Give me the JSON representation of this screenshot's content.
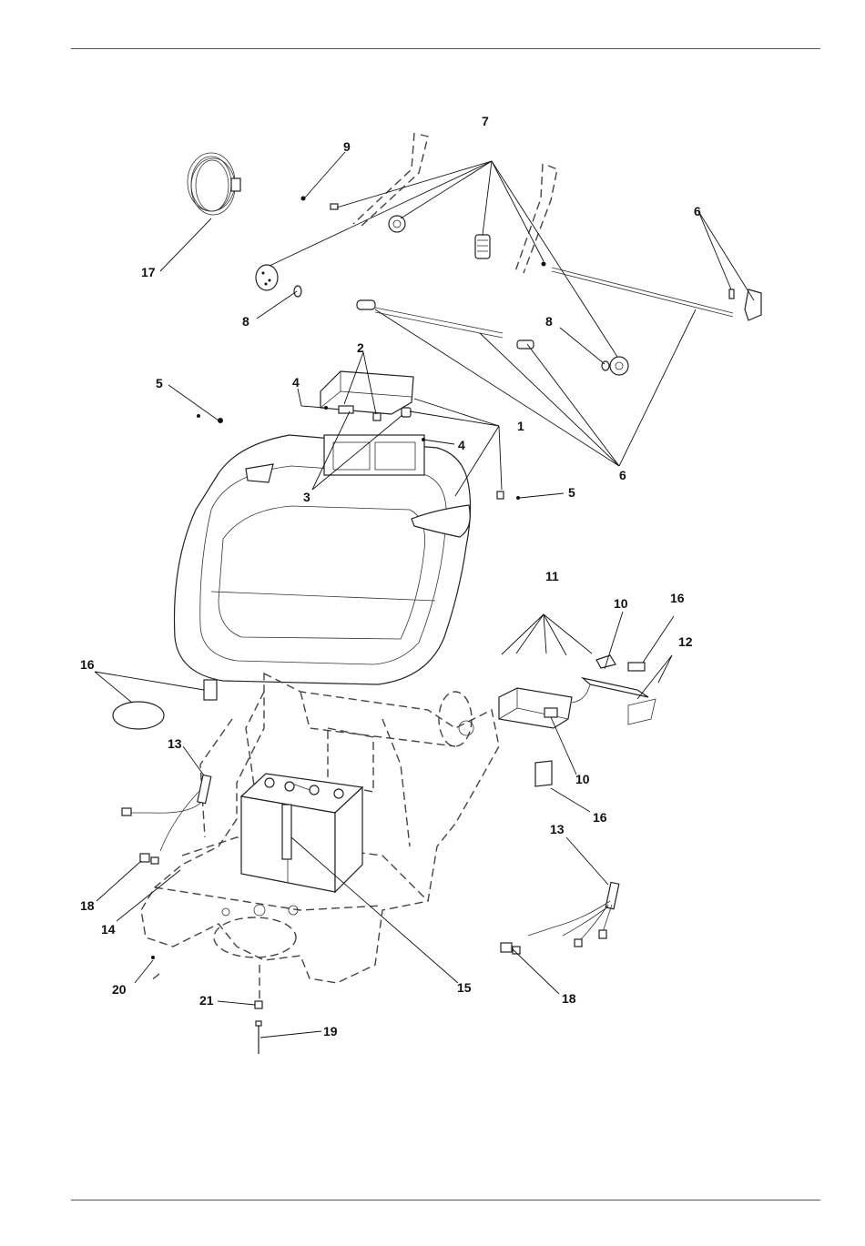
{
  "callouts": {
    "c1": "1",
    "c2": "2",
    "c3": "3",
    "c4a": "4",
    "c4b": "4",
    "c5a": "5",
    "c5b": "5",
    "c6a": "6",
    "c6b": "6",
    "c7": "7",
    "c8a": "8",
    "c8b": "8",
    "c9": "9",
    "c10a": "10",
    "c10b": "10",
    "c11": "11",
    "c12": "12",
    "c13a": "13",
    "c13b": "13",
    "c14": "14",
    "c15": "15",
    "c16a": "16",
    "c16b": "16",
    "c16c": "16",
    "c17": "17",
    "c18a": "18",
    "c18b": "18",
    "c19": "19",
    "c20": "20",
    "c21": "21"
  }
}
